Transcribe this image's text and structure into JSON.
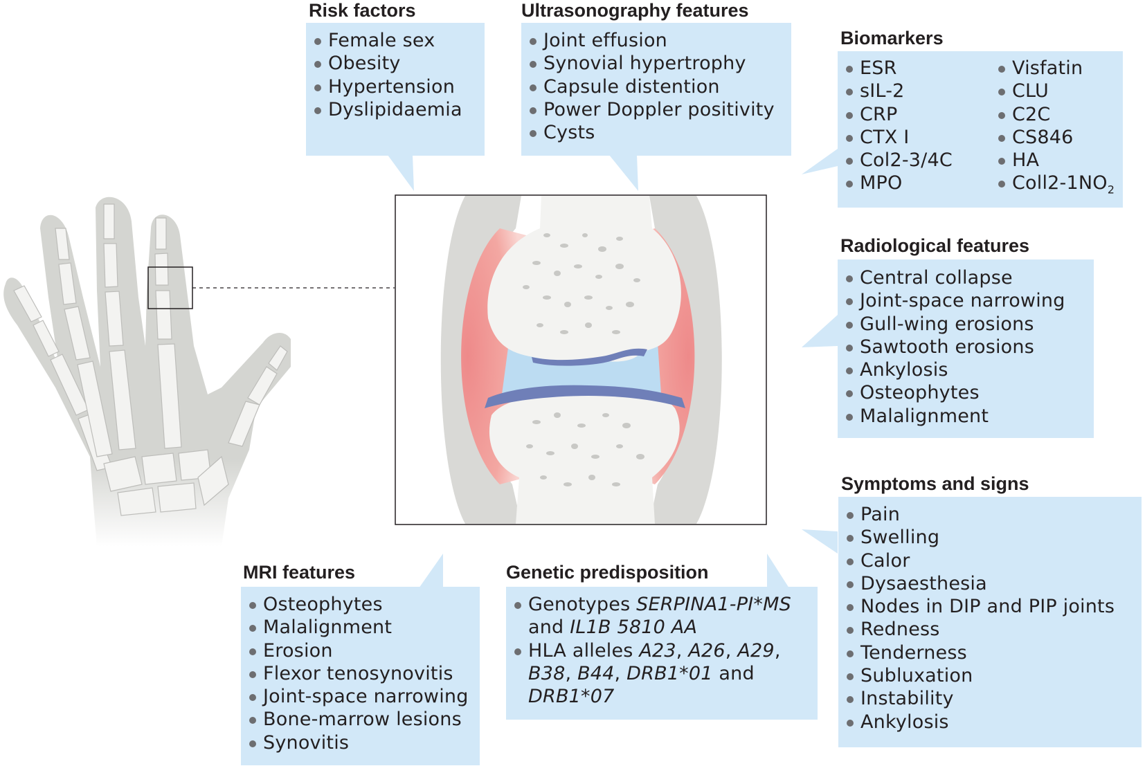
{
  "risk_factors": {
    "title": "Risk factors",
    "items": [
      "Female sex",
      "Obesity",
      "Hypertension",
      "Dyslipidaemia"
    ]
  },
  "ultrasonography": {
    "title": "Ultrasonography features",
    "items": [
      "Joint effusion",
      "Synovial hypertrophy",
      "Capsule distention",
      "Power Doppler positivity",
      "Cysts"
    ]
  },
  "biomarkers": {
    "title": "Biomarkers",
    "col1": [
      "ESR",
      "sIL-2",
      "CRP",
      "CTX I",
      "Col2-3/4C",
      "MPO"
    ],
    "col2": [
      "Visfatin",
      "CLU",
      "C2C",
      "CS846",
      "HA"
    ],
    "last_item_main": "Coll2-1NO",
    "last_item_sub": "2"
  },
  "radiological": {
    "title": "Radiological features",
    "items": [
      "Central collapse",
      "Joint-space narrowing",
      "Gull-wing erosions",
      "Sawtooth erosions",
      "Ankylosis",
      "Osteophytes",
      "Malalignment"
    ]
  },
  "symptoms": {
    "title": "Symptoms and signs",
    "items": [
      "Pain",
      "Swelling",
      "Calor",
      "Dysaesthesia",
      "Nodes in DIP and PIP joints",
      "Redness",
      "Tenderness",
      "Subluxation",
      "Instability",
      "Ankylosis"
    ]
  },
  "mri": {
    "title": "MRI features",
    "items": [
      "Osteophytes",
      "Malalignment",
      "Erosion",
      "Flexor tenosynovitis",
      "Joint-space narrowing",
      "Bone-marrow lesions",
      "Synovitis"
    ]
  },
  "genetic": {
    "title": "Genetic predisposition",
    "g1_prefix": "Genotypes ",
    "g1_italic1": "SERPINA1-PI*MS",
    "g1_and": "and ",
    "g1_italic2": "IL1B 5810 AA",
    "g2_prefix": "HLA alleles ",
    "g2_a23": "A23",
    "g2_sep1": ", ",
    "g2_a26": "A26",
    "g2_sep2": ", ",
    "g2_a29": "A29",
    "g2_sep3": ",",
    "g2_b38": "B38",
    "g2_sep4": ", ",
    "g2_b44": "B44",
    "g2_sep5": ", ",
    "g2_drb101": "DRB1*01",
    "g2_and": " and",
    "g2_drb107": "DRB1*07"
  },
  "colors": {
    "box_fill": "#d2e8f8",
    "hand_shadow": "#d4d5d1",
    "bone": "#f3f3f1",
    "capsule": "#d9d9d6",
    "synovium": "#ee8a8a",
    "cartilage": "#6f7fb8",
    "synovial_fluid": "#bcdcf2"
  }
}
